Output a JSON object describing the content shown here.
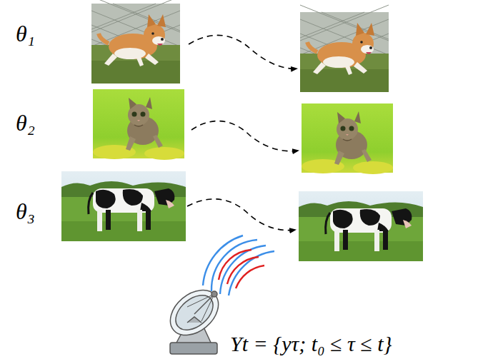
{
  "diagram": {
    "labels": [
      "θ₁",
      "θ₂",
      "θ₃",
      "Yt = {yτ; t₀ ≤ τ ≤ t}"
    ]
  }
}
